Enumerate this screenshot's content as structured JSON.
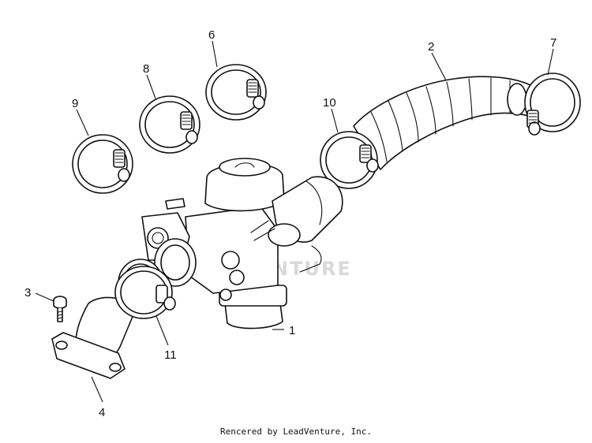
{
  "diagram": {
    "callouts": [
      {
        "id": "1",
        "label": "1"
      },
      {
        "id": "2",
        "label": "2"
      },
      {
        "id": "3",
        "label": "3"
      },
      {
        "id": "4",
        "label": "4"
      },
      {
        "id": "6",
        "label": "6"
      },
      {
        "id": "7",
        "label": "7"
      },
      {
        "id": "8",
        "label": "8"
      },
      {
        "id": "9",
        "label": "9"
      },
      {
        "id": "10",
        "label": "10"
      },
      {
        "id": "11",
        "label": "11"
      }
    ],
    "watermark": "NTURE",
    "credit": "Rencered by LeadVenture, Inc."
  }
}
